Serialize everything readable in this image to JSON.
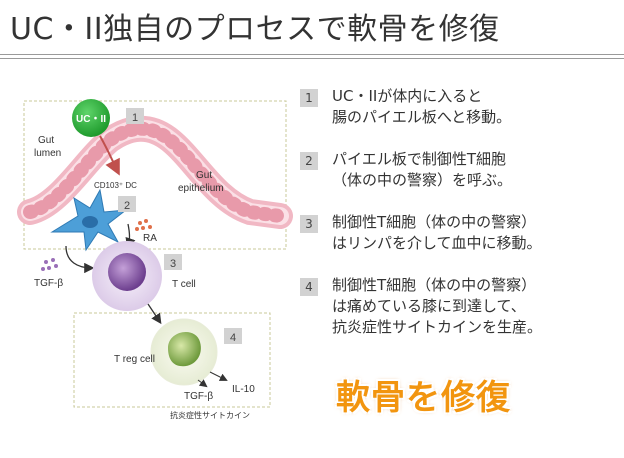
{
  "title": "UC・II独自のプロセスで軟骨を修復",
  "diagram": {
    "uc2_label": "UC・II",
    "gut_lumen": [
      "Gut",
      "lumen"
    ],
    "gut_epithelium": [
      "Gut",
      "epithelium"
    ],
    "cd103_dc": "CD103⁺ DC",
    "ra": "RA",
    "tgf_beta_1": "TGF-β",
    "t_cell": "T cell",
    "treg_cell": "T reg cell",
    "tgf_beta_2": "TGF-β",
    "il10": "IL-10",
    "anti_inflammatory": "抗炎症性サイトカイン",
    "step_labels": [
      "1",
      "2",
      "3",
      "4"
    ]
  },
  "steps": [
    {
      "num": "1",
      "lines": [
        "UC・IIが体内に入ると",
        "腸のパイエル板へと移動。"
      ]
    },
    {
      "num": "2",
      "lines": [
        "パイエル板で制御性T細胞",
        "（体の中の警察）を呼ぶ。"
      ]
    },
    {
      "num": "3",
      "lines": [
        "制御性T細胞（体の中の警察）",
        "はリンパを介して血中に移動。"
      ]
    },
    {
      "num": "4",
      "lines": [
        "制御性T細胞（体の中の警察）",
        "は痛めている膝に到達して、",
        "抗炎症性サイトカインを生産。"
      ]
    }
  ],
  "highlight": "軟骨を修復",
  "colors": {
    "accent_orange": "#f2950f",
    "uc2_green": "#2ea83a",
    "epithelium_pink": "#f4c8d0",
    "dc_blue": "#4a9ed6",
    "tcell_purple": "#8a5aa8",
    "treg_green": "#7aa84a"
  }
}
